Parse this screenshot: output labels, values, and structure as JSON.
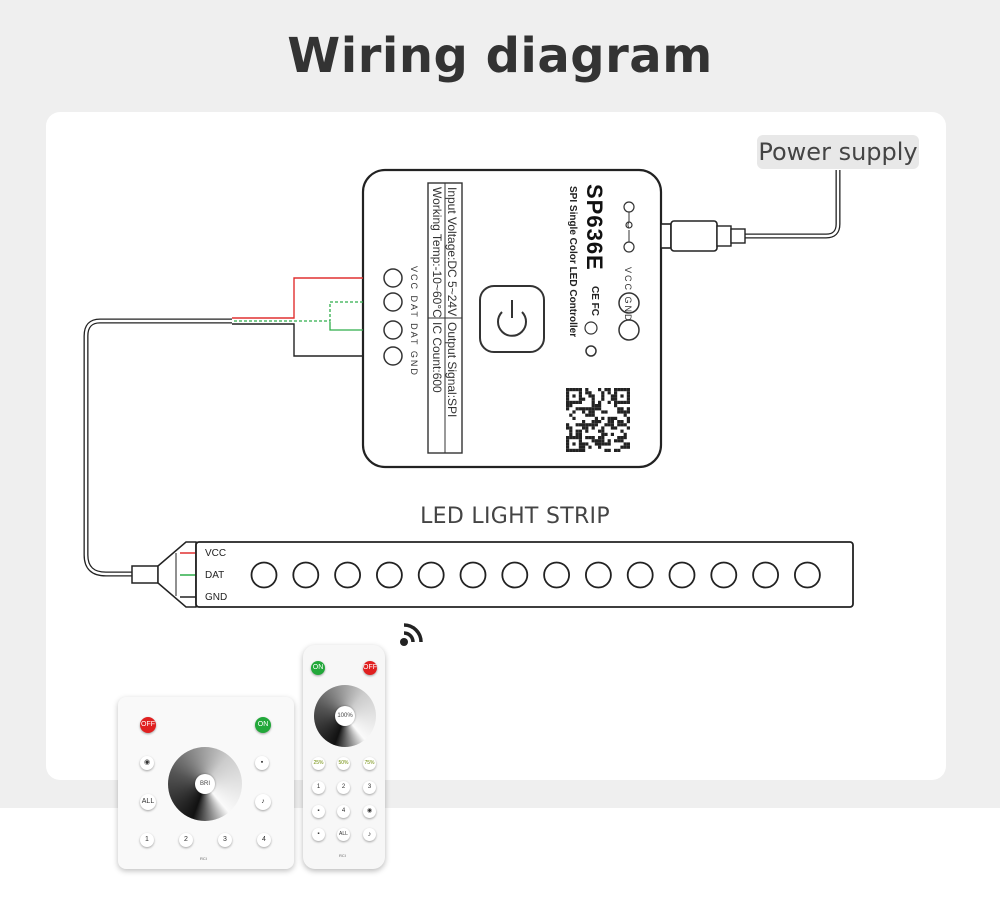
{
  "title": "Wiring diagram",
  "power_supply": "Power supply",
  "led_strip_label": "LED LIGHT STRIP",
  "controller": {
    "spec_col1_line1": "Input Voltage:DC 5~24V",
    "spec_col1_line2": "Working Temp:-10~60°C",
    "spec_col2_line1": "Output Signal:SPI",
    "spec_col2_line2": "IC Count:600",
    "brand": "SP636E",
    "subtitle": "SPI Single Color LED Controller",
    "left_pins": "VCC  DAT  DAT  GND",
    "right_pins": "VCC        GND",
    "marks": "CE FC"
  },
  "strip_wires": [
    "VCC",
    "DAT",
    "GND"
  ],
  "wire_colors": {
    "vcc": "#e03030",
    "dat": "#2fae4a",
    "gnd": "#222222"
  },
  "led_count": 14,
  "wifi_icon": "wireless-signal-icon",
  "panel_remote": {
    "off": "OFF",
    "on": "ON",
    "all": "ALL",
    "dial": "BRI",
    "numbers": [
      "1",
      "2",
      "3",
      "4"
    ],
    "brand": "RCI"
  },
  "handheld_remote": {
    "on": "ON",
    "off": "OFF",
    "dial": "100%",
    "presets": [
      "25%",
      "50%",
      "75%"
    ],
    "row2": [
      "1",
      "2",
      "3"
    ],
    "row3": [
      "",
      "4",
      ""
    ],
    "all": "ALL",
    "brand": "RCI"
  }
}
